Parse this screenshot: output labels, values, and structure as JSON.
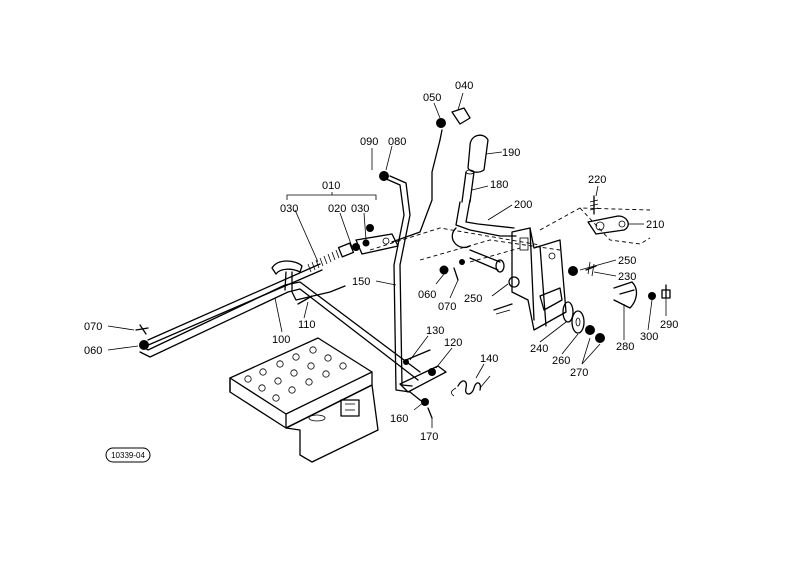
{
  "labels": {
    "l010": "010",
    "l020": "020",
    "l030a": "030",
    "l030b": "030",
    "l040": "040",
    "l050": "050",
    "l060a": "060",
    "l060b": "060",
    "l070a": "070",
    "l070b": "070",
    "l080": "080",
    "l090": "090",
    "l100": "100",
    "l110": "110",
    "l120": "120",
    "l130": "130",
    "l140": "140",
    "l150": "150",
    "l160": "160",
    "l170": "170",
    "l180": "180",
    "l190": "190",
    "l200": "200",
    "l210": "210",
    "l220": "220",
    "l230": "230",
    "l240": "240",
    "l250a": "250",
    "l250b": "250",
    "l260": "260",
    "l270": "270",
    "l280": "280",
    "l290": "290",
    "l300": "300"
  },
  "figure_code": "10339-04"
}
